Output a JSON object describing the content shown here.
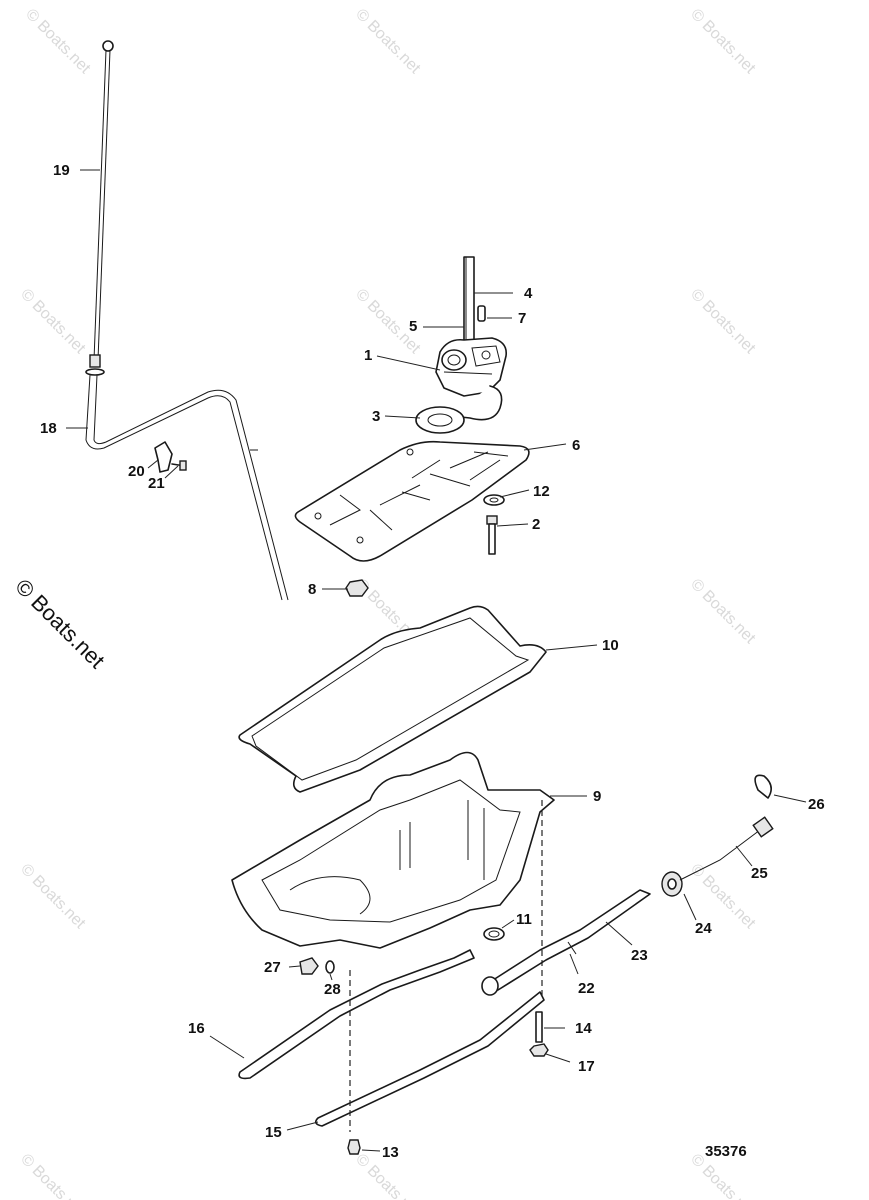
{
  "watermark": "© Boats.net",
  "figure_number": "35376",
  "callouts": {
    "c1": "1",
    "c2": "2",
    "c3": "3",
    "c4": "4",
    "c5": "5",
    "c6": "6",
    "c7": "7",
    "c8": "8",
    "c9": "9",
    "c10": "10",
    "c11": "11",
    "c12": "12",
    "c13": "13",
    "c14": "14",
    "c15": "15",
    "c16": "16",
    "c17": "17",
    "c18": "18",
    "c19": "19",
    "c20": "20",
    "c21": "21",
    "c22": "22",
    "c23": "23",
    "c24": "24",
    "c25": "25",
    "c26": "26",
    "c27": "27",
    "c28": "28"
  }
}
